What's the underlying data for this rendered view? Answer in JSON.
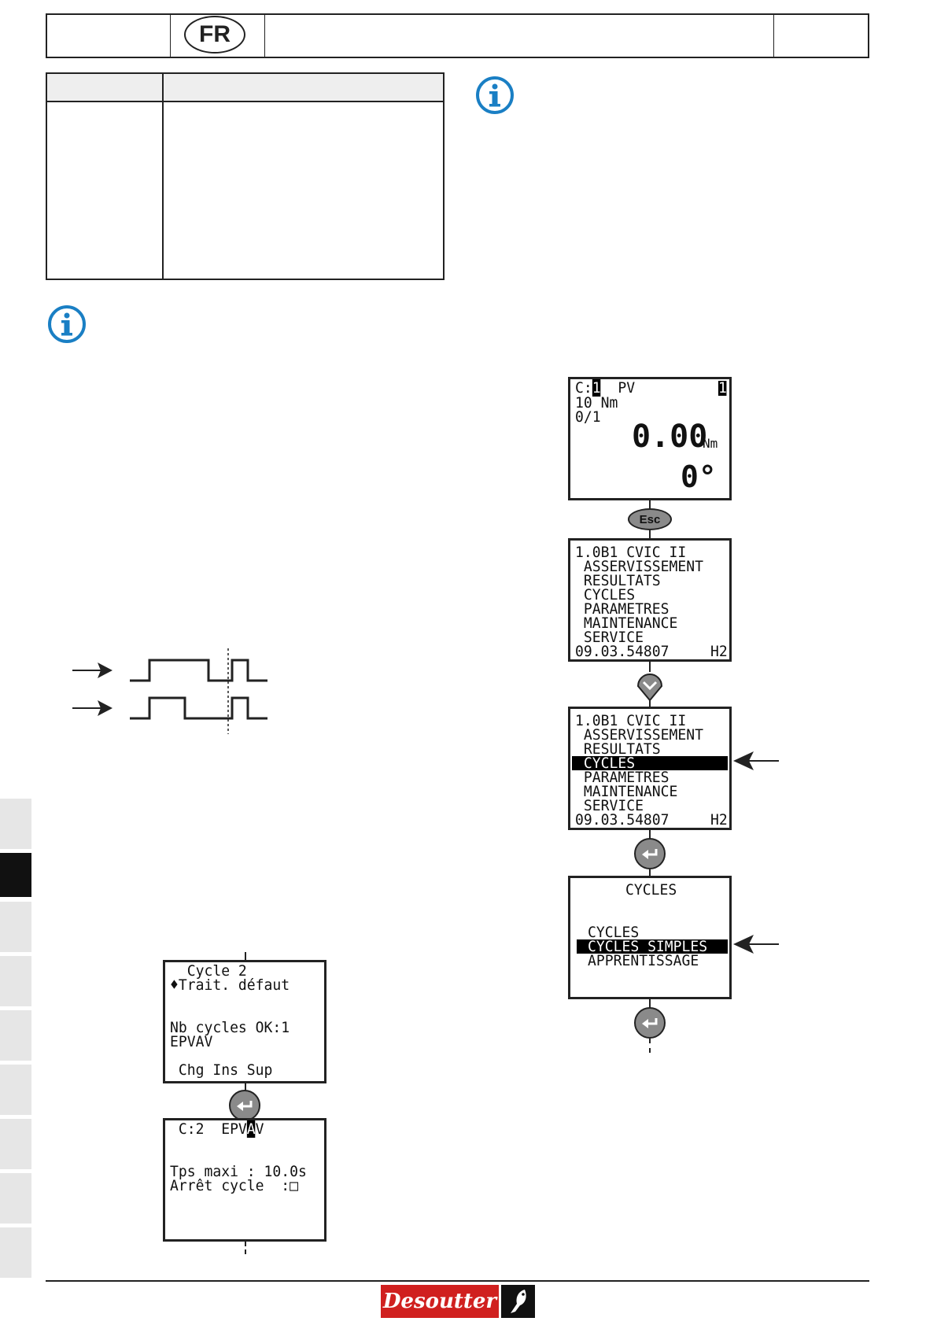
{
  "header": {
    "language_badge": "FR"
  },
  "info_icons": [
    {
      "icon": "info-icon"
    },
    {
      "icon": "info-icon"
    }
  ],
  "diagram_arrows": [
    {
      "icon": "arrow-right-icon"
    },
    {
      "icon": "arrow-right-icon"
    }
  ],
  "screen_main": {
    "line1_a": "C:",
    "line1_b": "1",
    "line1_c": "  PV",
    "badge": "1",
    "line2": "10 Nm",
    "line3": "0/1",
    "torque": "0.00",
    "torque_unit": "Nm",
    "angle": "0°"
  },
  "esc_button": {
    "label": "Esc"
  },
  "menu_screen": {
    "lines": [
      "1.0B1 CVIC II",
      " ASSERVISSEMENT",
      " RESULTATS",
      " CYCLES",
      " PARAMETRES",
      " MAINTENANCE",
      " SERVICE"
    ],
    "footer_left": "09.03.54807",
    "footer_right": "H2"
  },
  "cycles_screen": {
    "title": "CYCLES",
    "items": [
      "CYCLES",
      "CYCLES SIMPLES",
      "APPRENTISSAGE"
    ]
  },
  "cycle2_screen": {
    "lines": [
      "  Cycle 2",
      "♦Trait. défaut",
      "",
      "",
      "Nb cycles OK:1",
      "EPVAV",
      "",
      "",
      " Chg Ins Sup"
    ]
  },
  "epvav_screen": {
    "line1_a": " C:2  EPV",
    "line1_b": "A",
    "line1_c": "V",
    "line4": "Tps maxi : 10.0s",
    "line5": "Arrêt cycle  :□"
  },
  "brand": {
    "logo_text": "Desoutter"
  },
  "colors": {
    "info": "#1a7fc4",
    "button": "#8a8a8a",
    "brand_red": "#d0201f"
  }
}
